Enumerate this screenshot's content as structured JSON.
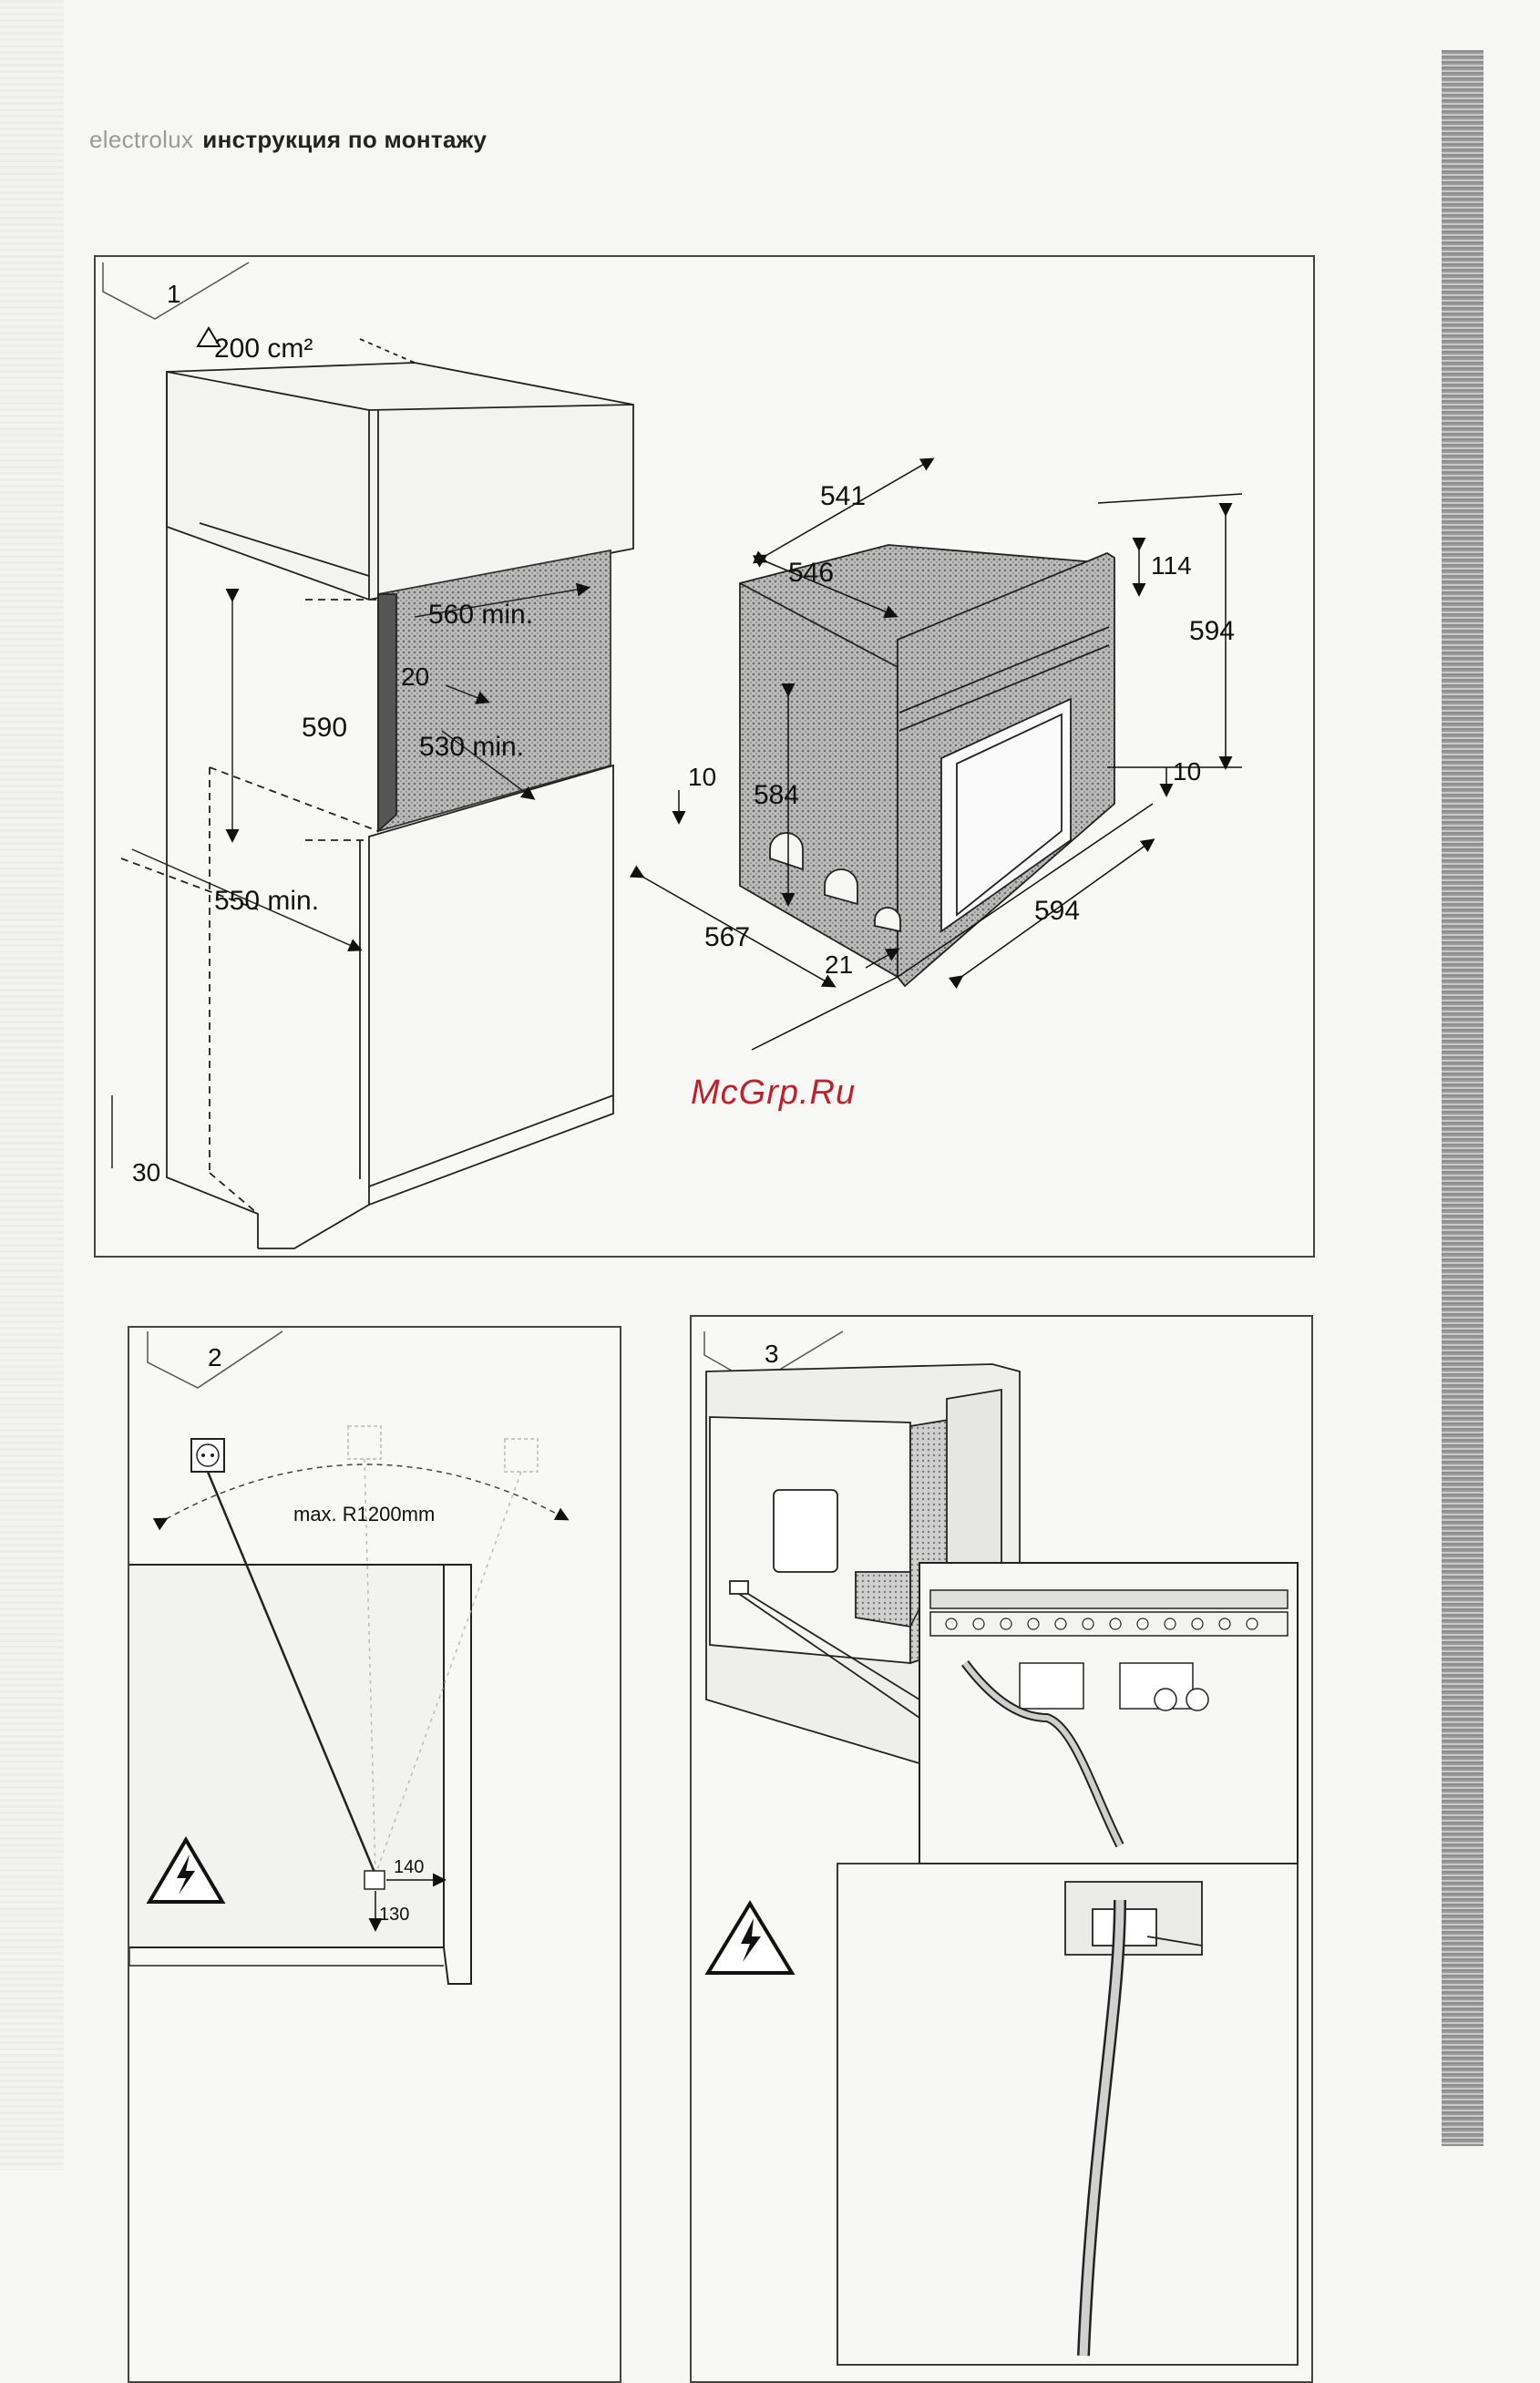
{
  "header": {
    "brand": "electrolux",
    "title": "инструкция по монтажу"
  },
  "watermark": "McGrp.Ru",
  "figure1": {
    "number": "1",
    "vent": "200 cm²",
    "cabinet_dims": {
      "depth_top": "560 min.",
      "gap": "20",
      "height": "590",
      "depth_bottom": "530 min.",
      "width": "550 min.",
      "plinth": "30"
    },
    "oven_dims": {
      "depth_top": "541",
      "depth_body": "546",
      "panel_height": "114",
      "height": "594",
      "body_height": "584",
      "foot_left": "10",
      "foot_right": "10",
      "depth_total": "567",
      "front_thickness": "21",
      "width": "594"
    }
  },
  "figure2": {
    "number": "2",
    "radius": "max. R1200mm",
    "offset_right": "140",
    "offset_bottom": "130"
  },
  "figure3": {
    "number": "3"
  }
}
